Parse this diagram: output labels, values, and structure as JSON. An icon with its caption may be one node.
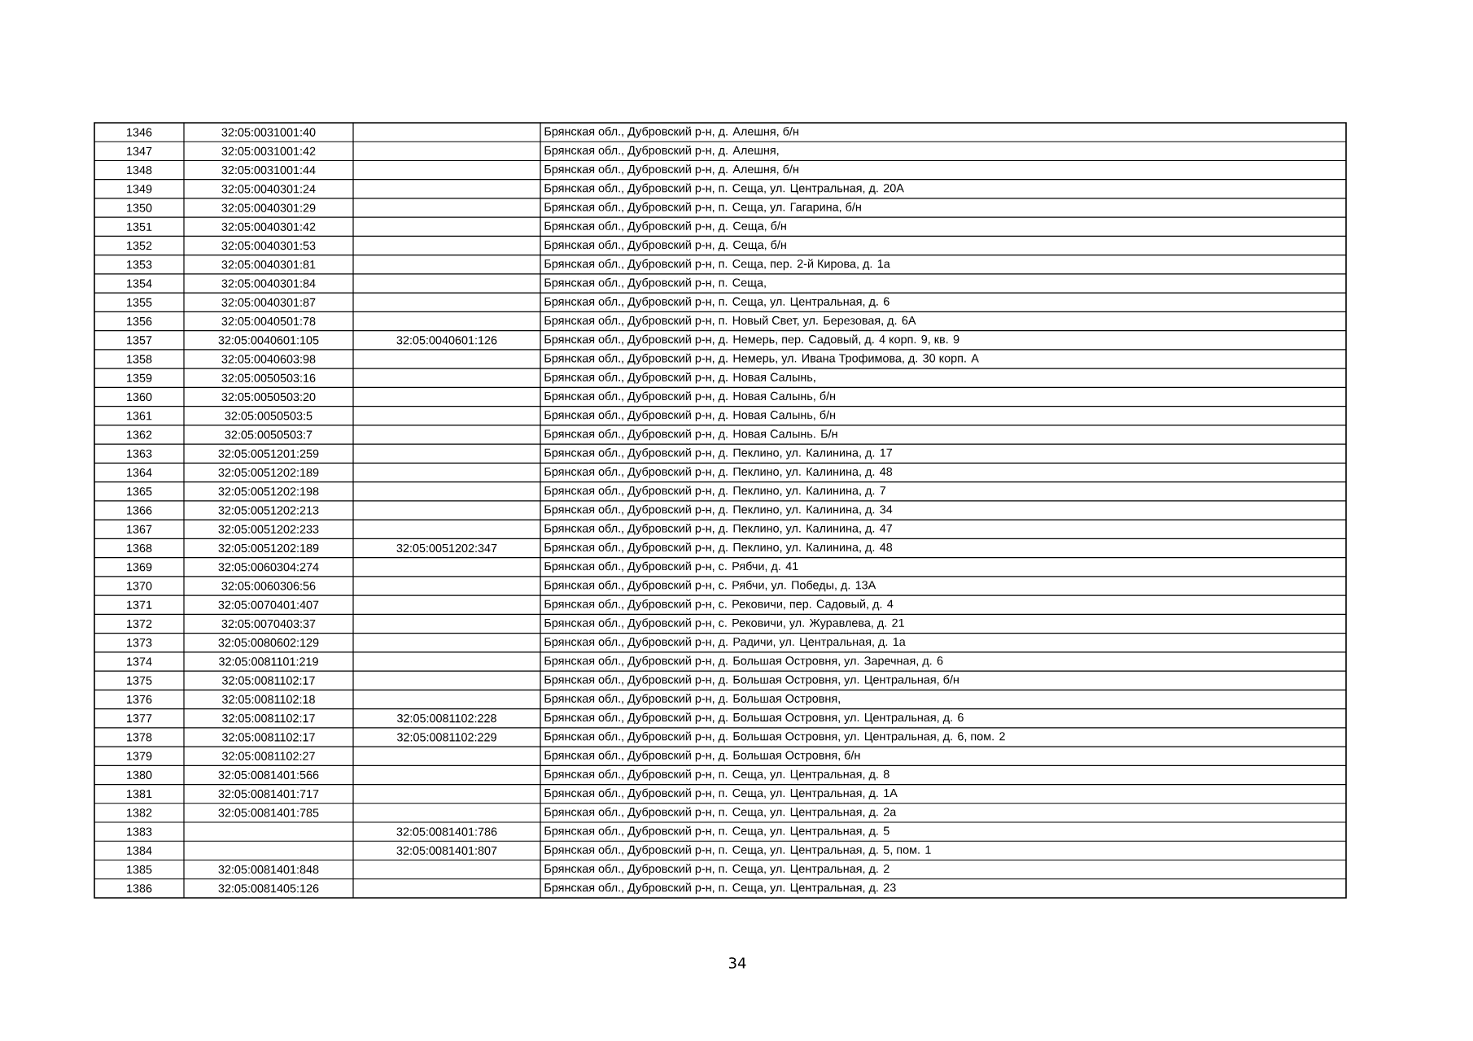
{
  "diagram": {
    "labels": [
      "1346",
      "32:05:0031001:40",
      "Брянская обл., Дубровский р-н, д. Алешня, б/н",
      "1347",
      "32:05:0031001:42",
      "Брянская обл., Дубровский р-н, д. Алешня,",
      "1348",
      "32:05:0031001:44",
      "Брянская обл., Дубровский р-н, д. Алешня, б/н",
      "1349",
      "32:05:0040301:24",
      "Брянская обл., Дубровский р-н, п. Сеща, ул. Центральная, д. 20А",
      "1350",
      "32:05:0040301:29",
      "Брянская обл., Дубровский р-н, п. Сеща, ул. Гагарина, б/н",
      "1351",
      "32:05:0040301:42",
      "Брянская обл., Дубровский р-н, д. Сеща, б/н",
      "1352",
      "32:05:0040301:53",
      "Брянская обл., Дубровский р-н, д. Сеща, б/н",
      "1353",
      "32:05:0040301:81",
      "Брянская обл., Дубровский р-н, п. Сеща, пер. 2-й Кирова, д. 1а",
      "1354",
      "32:05:0040301:84",
      "Брянская обл., Дубровский р-н, п. Сеща,",
      "1355",
      "32:05:0040301:87",
      "Брянская обл., Дубровский р-н, п. Сеща, ул. Центральная, д. 6",
      "1356",
      "32:05:0040501:78",
      "Брянская обл., Дубровский р-н, п. Новый Свет, ул. Березовая, д. 6А",
      "1357",
      "32:05:0040601:105",
      "32:05:0040601:126",
      "Брянская обл., Дубровский р-н, д. Немерь, пер. Садовый, д. 4 корп. 9, кв. 9",
      "1358",
      "32:05:0040603:98",
      "Брянская обл., Дубровский р-н, д. Немерь, ул. Ивана Трофимова, д. 30 корп. А",
      "1359",
      "32:05:0050503:16",
      "Брянская обл., Дубровский р-н, д. Новая Салынь,",
      "1360",
      "32:05:0050503:20",
      "Брянская обл., Дубровский р-н, д. Новая Салынь, б/н",
      "1361",
      "32:05:0050503:5",
      "Брянская обл., Дубровский р-н, д. Новая Салынь, б/н",
      "1362",
      "32:05:0050503:7",
      "Брянская обл., Дубровский р-н, д. Новая Салынь. Б/н",
      "1363",
      "32:05:0051201:259",
      "Брянская обл., Дубровский р-н, д. Пеклино, ул. Калинина, д. 17",
      "1364",
      "32:05:0051202:189",
      "Брянская обл., Дубровский р-н, д. Пеклино, ул. Калинина, д. 48",
      "1365",
      "32:05:0051202:198",
      "Брянская обл., Дубровский р-н, д. Пеклино, ул. Калинина, д. 7",
      "1366",
      "32:05:0051202:213",
      "Брянская обл., Дубровский р-н, д. Пеклино, ул. Калинина, д. 34",
      "1367",
      "32:05:0051202:233",
      "Брянская обл., Дубровский р-н, д. Пеклино, ул. Калинина, д. 47",
      "1368",
      "32:05:0051202:189",
      "32:05:0051202:347",
      "Брянская обл., Дубровский р-н, д. Пеклино, ул. Калинина, д. 48",
      "1369",
      "32:05:0060304:274",
      "Брянская обл., Дубровский р-н, с. Рябчи, д. 41",
      "1370",
      "32:05:0060306:56",
      "Брянская обл., Дубровский р-н, с. Рябчи, ул. Победы, д. 13А",
      "1371",
      "32:05:0070401:407",
      "Брянская обл., Дубровский р-н, с. Рековичи, пер. Садовый, д. 4",
      "1372",
      "32:05:0070403:37",
      "Брянская обл., Дубровский р-н, с. Рековичи, ул. Журавлева, д. 21",
      "1373",
      "32:05:0080602:129",
      "Брянская обл., Дубровский р-н, д. Радичи, ул. Центральная, д. 1а",
      "1374",
      "32:05:0081101:219",
      "Брянская обл., Дубровский р-н, д. Большая Островня, ул. Заречная, д. 6",
      "1375",
      "32:05:0081102:17",
      "Брянская обл., Дубровский р-н, д. Большая Островня, ул. Центральная, б/н",
      "1376",
      "32:05:0081102:18",
      "Брянская обл., Дубровский р-н, д. Большая Островня,",
      "1377",
      "32:05:0081102:17",
      "32:05:0081102:228",
      "Брянская обл., Дубровский р-н, д. Большая Островня, ул. Центральная, д. 6",
      "1378",
      "32:05:0081102:17",
      "32:05:0081102:229",
      "Брянская обл., Дубровский р-н, д. Большая Островня, ул. Центральная, д. 6, пом. 2",
      "1379",
      "32:05:0081102:27",
      "Брянская обл., Дубровский р-н, д. Большая Островня, б/н",
      "1380",
      "32:05:0081401:566",
      "Брянская обл., Дубровский р-н, п. Сеща, ул. Центральная, д. 8",
      "1381",
      "32:05:0081401:717",
      "Брянская обл., Дубровский р-н, п. Сеща, ул. Центральная, д. 1А",
      "1382",
      "32:05:0081401:785",
      "Брянская обл., Дубровский р-н, п. Сеща, ул. Центральная, д. 2а",
      "1383",
      "32:05:0081401:786",
      "Брянская обл., Дубровский р-н, п. Сеща, ул. Центральная, д. 5",
      "1384",
      "32:05:0081401:807",
      "Брянская обл., Дубровский р-н, п. Сеща, ул. Центральная, д. 5, пом. 1",
      "1385",
      "32:05:0081401:848",
      "Брянская обл., Дубровский р-н, п. Сеща, ул. Центральная, д. 2",
      "1386",
      "32:05:0081405:126",
      "Брянская обл., Дубровский р-н, п. Сеща, ул. Центральная, д. 23",
      "34"
    ]
  }
}
